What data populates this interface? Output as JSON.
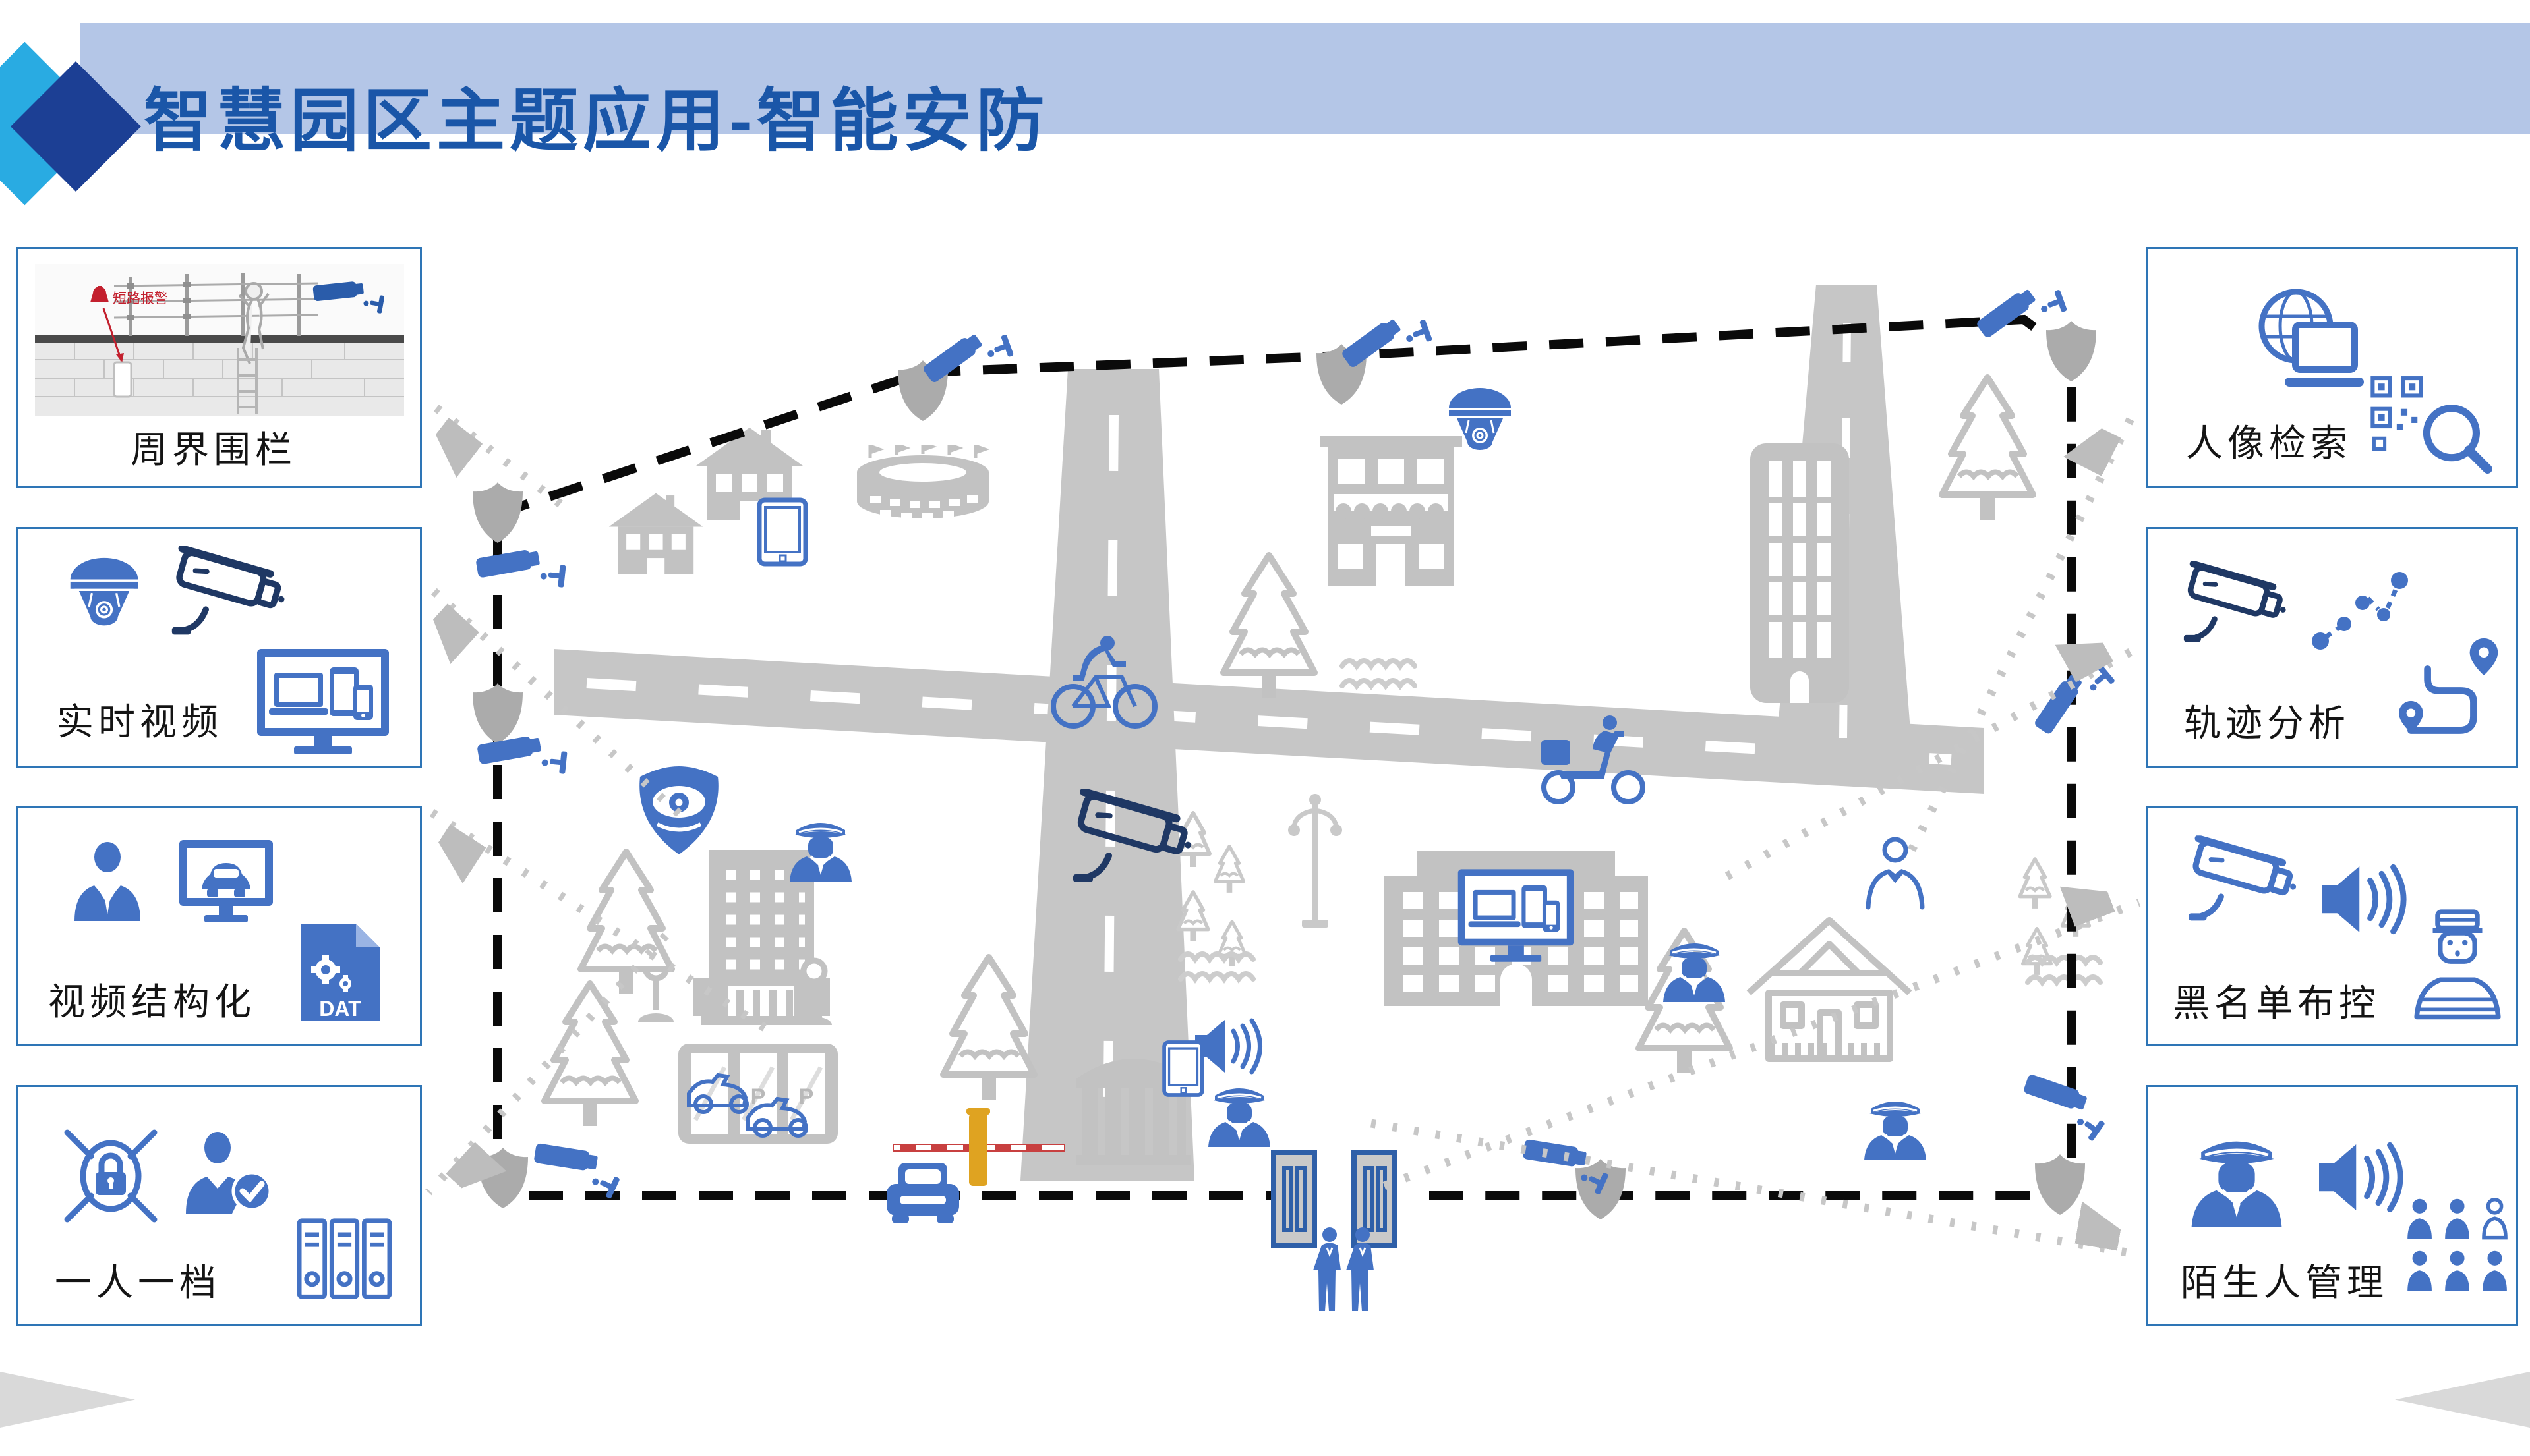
{
  "slide": {
    "title": "智慧园区主题应用-智能安防",
    "type": "smart-park-security-diagram"
  },
  "colors": {
    "banner": "#B4C6E7",
    "title_text": "#1A56A8",
    "accent_blue": "#4472C4",
    "outline_navy": "#1F3864",
    "panel_border": "#2E75B6",
    "map_gray": "#C2C2C2",
    "perimeter_dash": "#000000",
    "connector_gray": "#C7C7C7",
    "diamond_cyan": "#29ABE2",
    "diamond_navy": "#1C3F94"
  },
  "panels": {
    "left": [
      {
        "label": "周界围栏",
        "photo": {
          "kind": "perimeter-fence-intrusion-photo",
          "alarm_label": "短路报警"
        }
      },
      {
        "label": "实时视频",
        "icons": [
          "dome-camera-icon",
          "bullet-camera-icon",
          "monitor-devices-icon"
        ]
      },
      {
        "label": "视频结构化",
        "icons": [
          "person-icon",
          "vehicle-monitor-icon",
          "dat-file-icon"
        ],
        "dat_label": "DAT"
      },
      {
        "label": "一人一档",
        "icons": [
          "unlock-crossed-icon",
          "person-check-icon",
          "archive-binders-icon"
        ]
      }
    ],
    "right": [
      {
        "label": "人像检索",
        "icons": [
          "globe-laptop-icon",
          "qr-search-icon"
        ]
      },
      {
        "label": "轨迹分析",
        "icons": [
          "bullet-camera-icon",
          "track-dots-icon",
          "route-pins-icon"
        ]
      },
      {
        "label": "黑名单布控",
        "icons": [
          "cctv-camera-icon",
          "loudspeaker-icon",
          "prisoner-icon"
        ]
      },
      {
        "label": "陌生人管理",
        "icons": [
          "police-officer-icon",
          "loudspeaker-icon",
          "crowd-icon"
        ]
      }
    ]
  },
  "map": {
    "parking_label": "P",
    "elements": [
      "dashed-perimeter-line",
      "shield-sensor-icon",
      "cctv-camera-icon",
      "dome-camera-icon",
      "eye-guard-camera-icon",
      "police-officer-icon",
      "stranger-outline-icon",
      "loudspeaker-icon",
      "tablet-icon",
      "monitor-devices-icon",
      "house-icon",
      "attic-house-icon",
      "shop-icon",
      "stadium-icon",
      "office-building-icon",
      "tower-building-icon",
      "pine-tree-icon",
      "small-pine-icon",
      "water-waves-icon",
      "street-lamp-icon",
      "location-pin-icon",
      "parking-lot-icon",
      "barrier-gate-icon",
      "car-icon",
      "guard-booth-icon",
      "turnstile-gate-icon",
      "pedestrians-icon",
      "cyclist-icon",
      "delivery-scooter-icon"
    ]
  }
}
